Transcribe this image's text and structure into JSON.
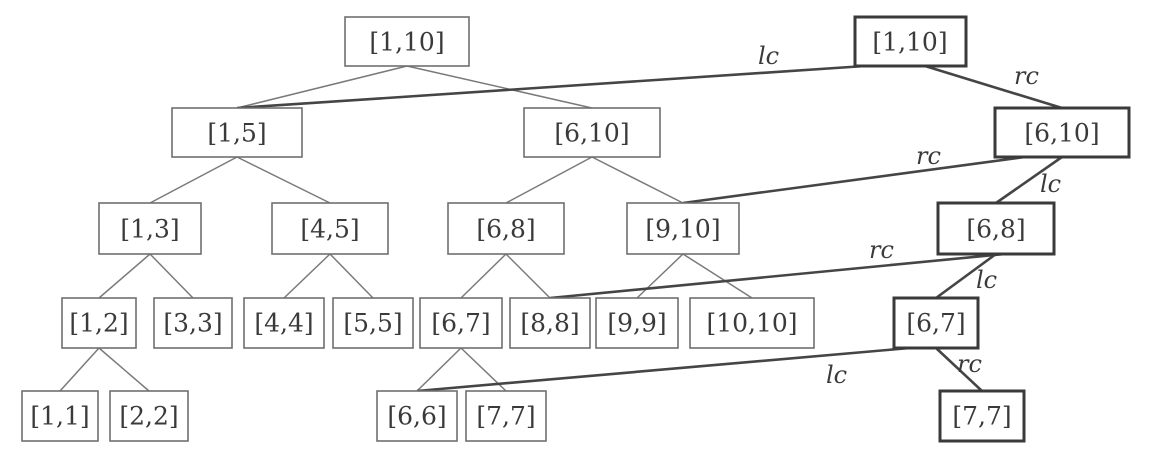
{
  "original_tree": {
    "nodes": {
      "n1_10": "[1,10]",
      "n1_5": "[1,5]",
      "n6_10": "[6,10]",
      "n1_3": "[1,3]",
      "n4_5": "[4,5]",
      "n6_8": "[6,8]",
      "n9_10": "[9,10]",
      "n1_2": "[1,2]",
      "n3_3": "[3,3]",
      "n4_4": "[4,4]",
      "n5_5": "[5,5]",
      "n6_7": "[6,7]",
      "n8_8": "[8,8]",
      "n9_9": "[9,9]",
      "n10_10": "[10,10]",
      "n1_1": "[1,1]",
      "n2_2": "[2,2]",
      "n6_6": "[6,6]",
      "n7_7": "[7,7]"
    }
  },
  "persistent_version": {
    "nodes": {
      "p1_10": "[1,10]",
      "p6_10": "[6,10]",
      "p6_8": "[6,8]",
      "p6_7": "[6,7]",
      "p7_7": "[7,7]"
    }
  },
  "edge_labels": {
    "left_child": "lc",
    "right_child": "rc"
  }
}
